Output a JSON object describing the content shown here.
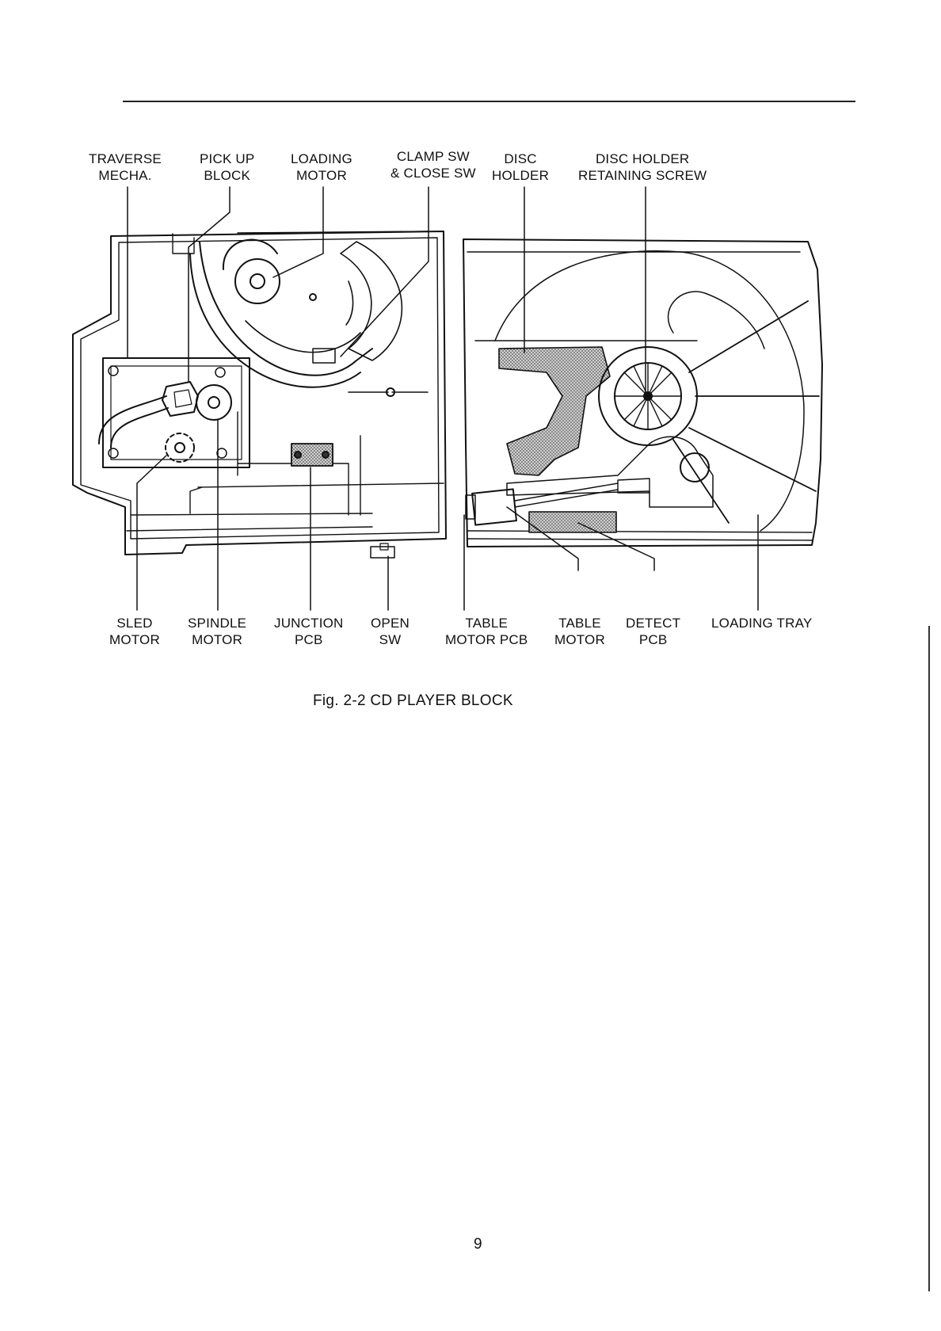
{
  "top_labels": [
    {
      "line1": "TRAVERSE",
      "line2": "MECHA."
    },
    {
      "line1": "PICK UP",
      "line2": "BLOCK"
    },
    {
      "line1": "LOADING",
      "line2": "MOTOR"
    },
    {
      "line1": "CLAMP SW",
      "line2": "& CLOSE SW"
    },
    {
      "line1": "DISC",
      "line2": "HOLDER"
    },
    {
      "line1": "DISC HOLDER",
      "line2": "RETAINING SCREW"
    }
  ],
  "bottom_labels": [
    {
      "line1": "SLED",
      "line2": "MOTOR"
    },
    {
      "line1": "SPINDLE",
      "line2": "MOTOR"
    },
    {
      "line1": "JUNCTION",
      "line2": "PCB"
    },
    {
      "line1": "OPEN",
      "line2": "SW"
    },
    {
      "line1": "TABLE",
      "line2": "MOTOR PCB"
    },
    {
      "line1": "TABLE",
      "line2": "MOTOR"
    },
    {
      "line1": "DETECT",
      "line2": "PCB"
    },
    {
      "line1": "LOADING TRAY",
      "line2": ""
    }
  ],
  "caption": "Fig. 2-2 CD PLAYER BLOCK",
  "page_number": "9",
  "colors": {
    "ink": "#111111",
    "hatch": "#8a8a8a",
    "paper": "#ffffff"
  }
}
